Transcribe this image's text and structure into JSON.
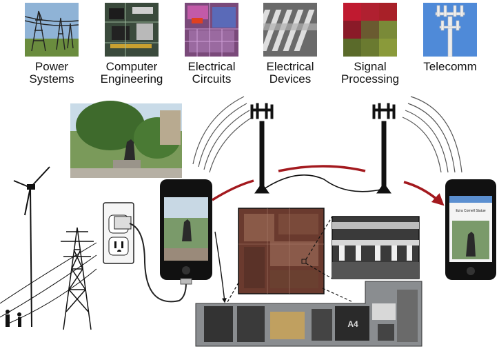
{
  "categories": [
    {
      "line1": "Power",
      "line2": "Systems",
      "icon": "power-lines-icon"
    },
    {
      "line1": "Computer",
      "line2": "Engineering",
      "icon": "circuit-board-icon"
    },
    {
      "line1": "Electrical",
      "line2": "Circuits",
      "icon": "chip-layout-icon"
    },
    {
      "line1": "Electrical",
      "line2": "Devices",
      "icon": "microstructure-icon"
    },
    {
      "line1": "Signal",
      "line2": "Processing",
      "icon": "pixel-image-icon"
    },
    {
      "line1": "Telecomm",
      "line2": "",
      "icon": "cell-tower-icon"
    }
  ],
  "phone_screen_title": "Ezra Cornell Statue",
  "chip_label": "A4",
  "colors": {
    "arrow_red": "#a3191e",
    "sky_blue": "#5b8fd0",
    "board_gray": "#8a8d90"
  }
}
